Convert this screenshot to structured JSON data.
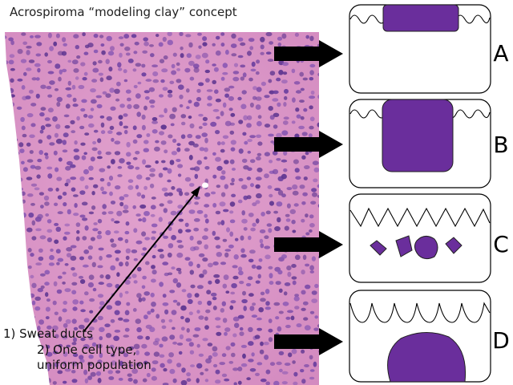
{
  "title": "Acrospiroma “modeling clay” concept",
  "notes": {
    "note1": "1) Sweat ducts",
    "note2_line1": "2) One cell type,",
    "note2_line2": "uniform population"
  },
  "panels": [
    {
      "letter": "A"
    },
    {
      "letter": "B"
    },
    {
      "letter": "C"
    },
    {
      "letter": "D"
    }
  ],
  "colors": {
    "tumor_fill": "#6a2e9c",
    "tissue_base": "#d98fc4",
    "nucleus": "#6a3f9e",
    "arrow": "#000000"
  }
}
